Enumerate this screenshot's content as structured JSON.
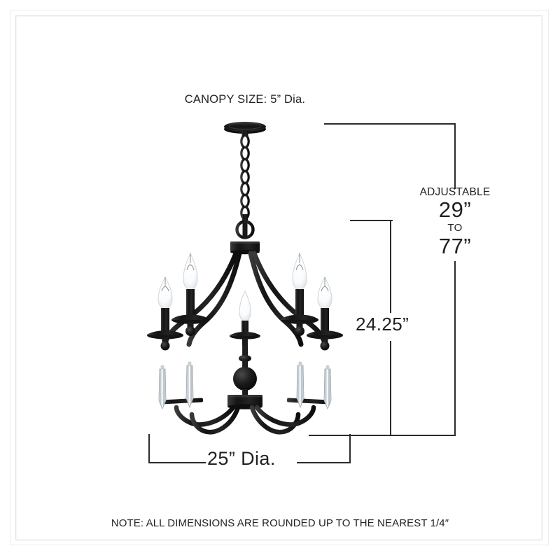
{
  "drawing": {
    "title": "Chandelier dimension specification drawing",
    "canopy_label": "CANOPY SIZE: 5” Dia.",
    "note": "NOTE:  ALL DIMENSIONS ARE ROUNDED UP TO THE NEAREST  1/4″",
    "background_color": "#ffffff",
    "line_color": "#2b2b2b",
    "text_color": "#231f20",
    "frame_color": "#ededed",
    "fixture_color": "#1a1a1a",
    "crystal_color": "#dfe3e6"
  },
  "dimensions": {
    "canopy_diameter": "5” Dia.",
    "body_height": "24.25”",
    "overall_diameter": "25” Dia.",
    "adjustable_word": "ADJUSTABLE",
    "adjustable_min": "29”",
    "adjustable_to": "TO",
    "adjustable_max": "77”"
  },
  "fixture": {
    "type": "5-light candle chandelier",
    "arm_count": 5,
    "candle_count": 5,
    "crystal_count": 4,
    "parts": [
      "canopy",
      "chain",
      "loop",
      "upper-collar",
      "curved-arms",
      "bobeche",
      "candle-sleeve",
      "flame-bulb",
      "center-column",
      "center-sphere",
      "lower-collar",
      "sweeping-lower-arms",
      "crystal-prism"
    ]
  }
}
